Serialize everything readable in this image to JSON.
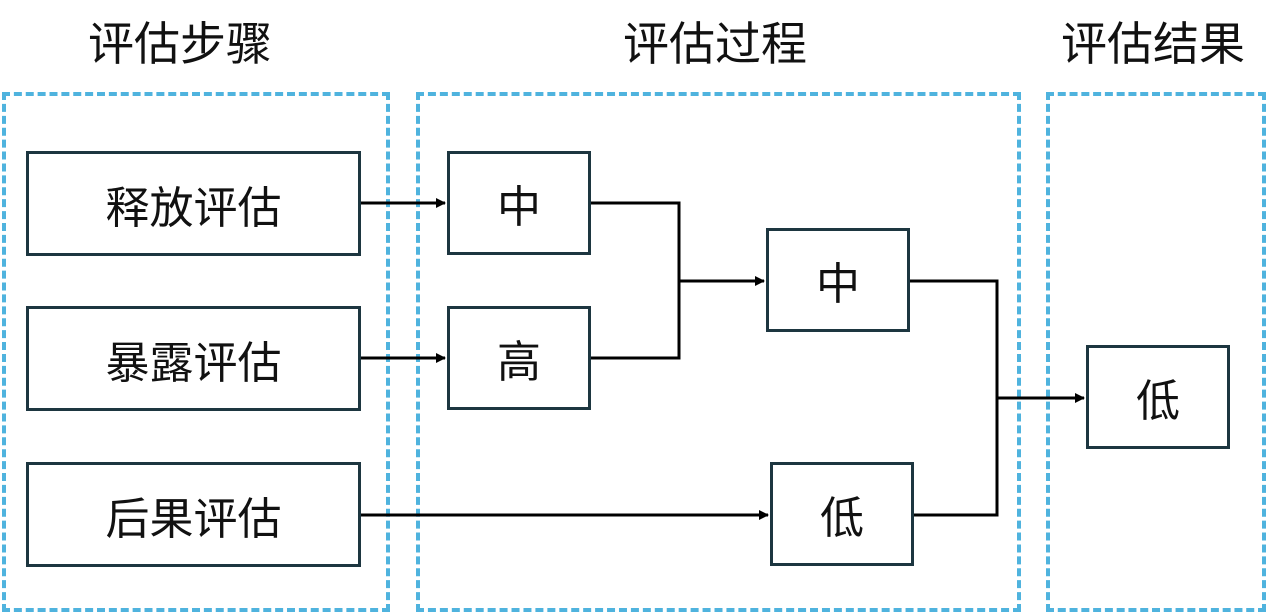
{
  "columns": {
    "steps": "评估步骤",
    "process": "评估过程",
    "result": "评估结果"
  },
  "steps": {
    "release": "释放评估",
    "exposure": "暴露评估",
    "consequence": "后果评估"
  },
  "process": {
    "release_level": "中",
    "exposure_level": "高",
    "combined_level": "中",
    "consequence_level": "低"
  },
  "result": {
    "final_level": "低"
  },
  "colors": {
    "panel_border": "#4fb3de",
    "box_border": "#1d3640",
    "connector": "#000000"
  }
}
